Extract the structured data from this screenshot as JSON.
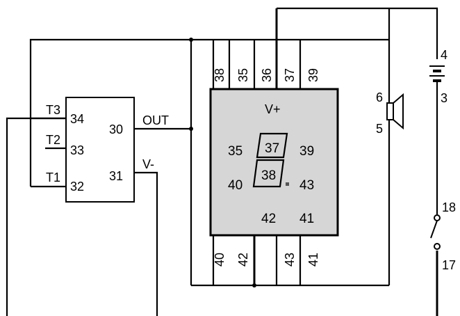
{
  "chip": {
    "pin_t3": "T3",
    "pin_t2": "T2",
    "pin_t1": "T1",
    "pin_34": "34",
    "pin_33": "33",
    "pin_32": "32",
    "pin_30": "30",
    "pin_31": "31",
    "out_label": "OUT",
    "vminus_label": "V-"
  },
  "display": {
    "vplus_label": "V+",
    "top_pins": [
      "38",
      "35",
      "36",
      "37",
      "39"
    ],
    "bottom_pins": [
      "40",
      "42",
      "43",
      "41"
    ],
    "inner": {
      "left_top": "35",
      "digit_top": "37",
      "right_top": "39",
      "left_bottom": "40",
      "digit_bottom": "38",
      "right_bottom": "43",
      "bottom_mid": "42",
      "bottom_right": "41"
    }
  },
  "speaker": {
    "pin_top": "6",
    "pin_bottom": "5"
  },
  "battery": {
    "pin_top": "4",
    "pin_bottom": "3"
  },
  "switch": {
    "pin_top": "18",
    "pin_bottom": "17"
  },
  "colors": {
    "display_fill": "#d6d6d6",
    "ink": "#000000"
  }
}
